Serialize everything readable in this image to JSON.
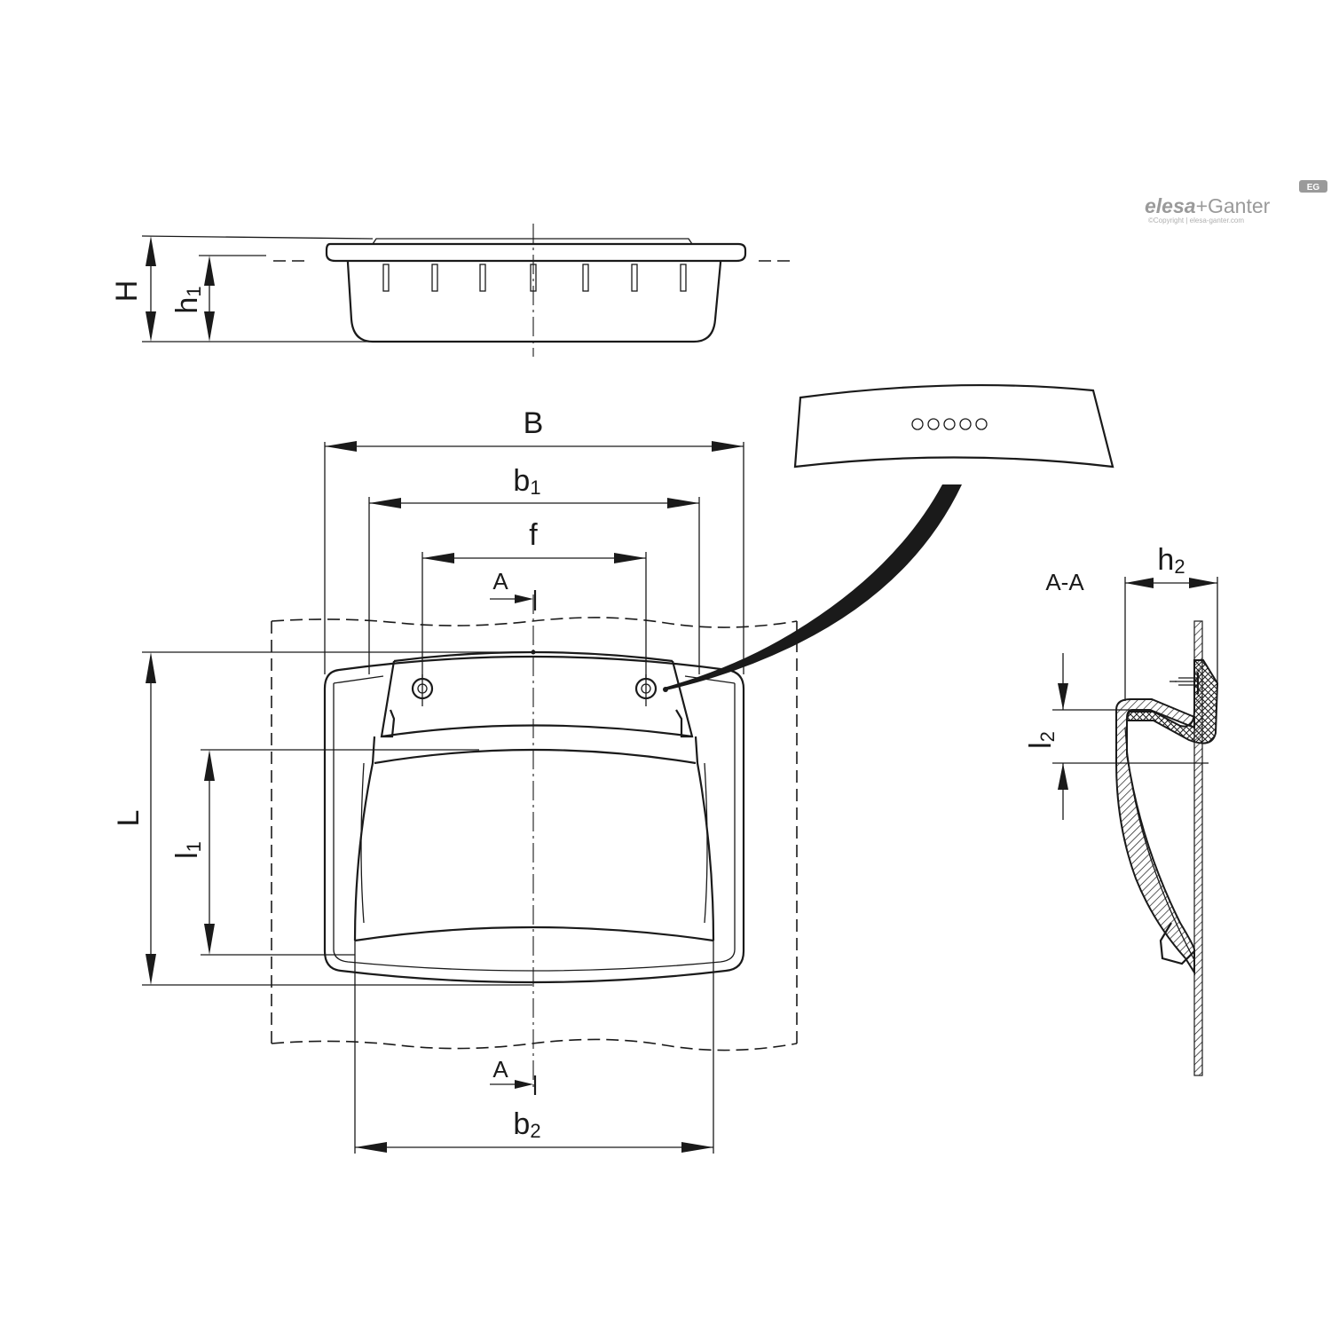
{
  "brand": {
    "name_part1": "elesa",
    "name_sep": "+",
    "name_part2": "Ganter",
    "badge": "EG",
    "copyright": "©Copyright | elesa-ganter.com"
  },
  "dimensions": {
    "H": "H",
    "h1": "h",
    "h1_sub": "1",
    "B": "B",
    "b1": "b",
    "b1_sub": "1",
    "f": "f",
    "A_top": "A",
    "A_bottom": "A",
    "L": "L",
    "l1": "l",
    "l1_sub": "1",
    "b2": "b",
    "b2_sub": "2",
    "section": "A-A",
    "h2": "h",
    "h2_sub": "2",
    "l2": "l",
    "l2_sub": "2"
  },
  "detail_marks": [
    "o",
    "o",
    "o",
    "o",
    "o"
  ],
  "colors": {
    "line": "#1a1a1a",
    "logo": "#9a9a9a"
  }
}
